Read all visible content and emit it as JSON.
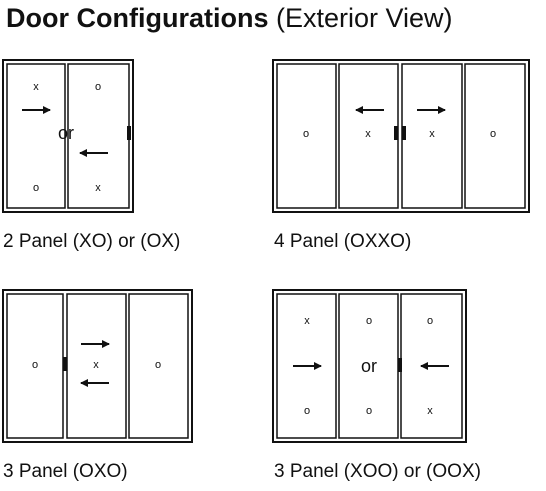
{
  "title": {
    "main": "Door Configurations",
    "sub": "(Exterior View)"
  },
  "configs": [
    {
      "caption": "2 Panel (XO) or (OX)",
      "top_marks": [
        "x",
        "o"
      ],
      "bottom_marks": [
        "o",
        "x"
      ],
      "or_label": "or"
    },
    {
      "caption": "4 Panel (OXXO)",
      "marks": [
        "o",
        "x",
        "x",
        "o"
      ]
    },
    {
      "caption": "3 Panel (OXO)",
      "marks": [
        "o",
        "x",
        "o"
      ]
    },
    {
      "caption": "3 Panel (XOO) or (OOX)",
      "top_marks": [
        "x",
        "o",
        "o"
      ],
      "bottom_marks": [
        "o",
        "o",
        "x"
      ],
      "or_label": "or"
    }
  ]
}
